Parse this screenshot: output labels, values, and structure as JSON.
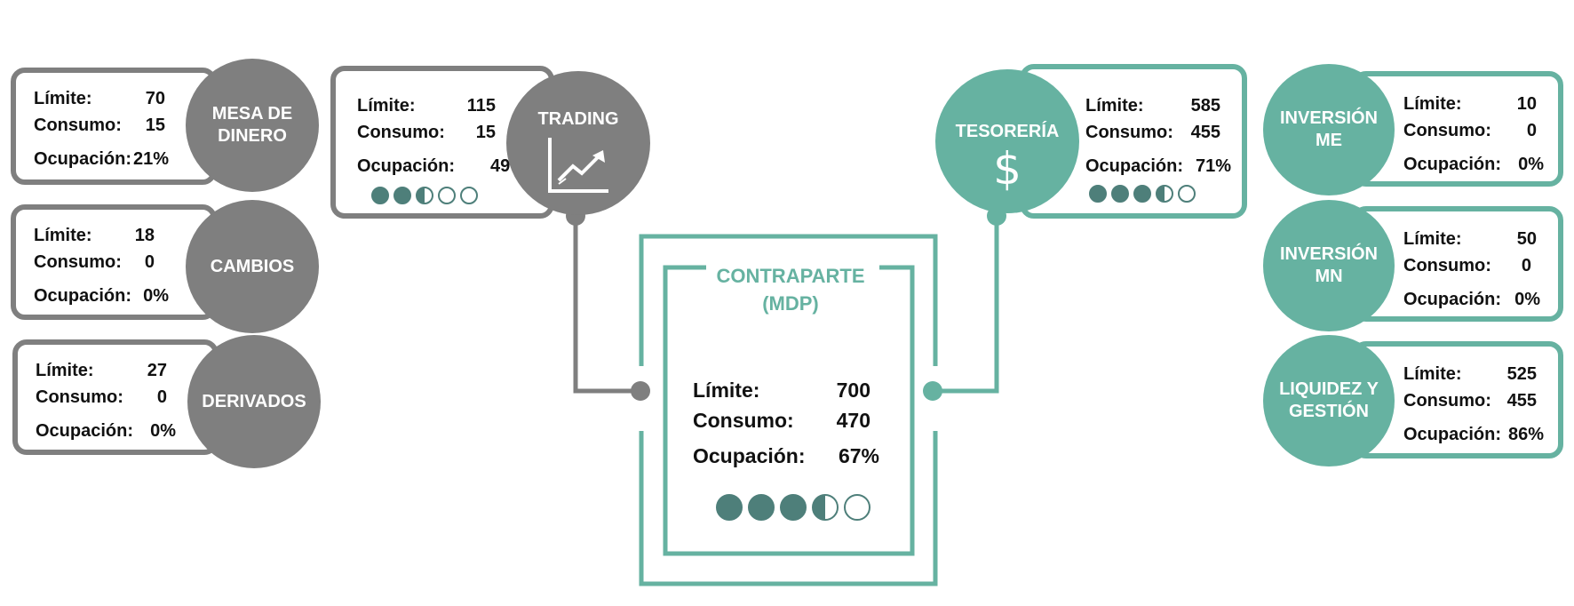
{
  "labels": {
    "limite": "Límite:",
    "consumo": "Consumo:",
    "ocupacion": "Ocupación:"
  },
  "colors": {
    "gray": "#7f7f7f",
    "teal": "#66b2a1",
    "dot": "#4e7f7a"
  },
  "left": [
    {
      "name": "MESA DE DINERO",
      "line1": "MESA DE",
      "line2": "DINERO",
      "limite": "70",
      "consumo": "15",
      "ocupacion": "21%"
    },
    {
      "name": "CAMBIOS",
      "line1": "CAMBIOS",
      "line2": "",
      "limite": "18",
      "consumo": "0",
      "ocupacion": "0%"
    },
    {
      "name": "DERIVADOS",
      "line1": "DERIVADOS",
      "line2": "",
      "limite": "27",
      "consumo": "0",
      "ocupacion": "0%"
    }
  ],
  "trading": {
    "name": "TRADING",
    "icon": "chart-up-icon",
    "limite": "115",
    "consumo": "15",
    "ocupacion": "49%",
    "level": 0.49
  },
  "tesoreria": {
    "name": "TESORERÍA",
    "icon": "dollar-icon",
    "limite": "585",
    "consumo": "455",
    "ocupacion": "71%",
    "level": 0.71
  },
  "contraparte": {
    "title_line1": "CONTRAPARTE",
    "title_line2": "(MDP)",
    "limite": "700",
    "consumo": "470",
    "ocupacion": "67%",
    "level": 0.67
  },
  "right": [
    {
      "name": "INVERSIÓN ME",
      "line1": "INVERSIÓN",
      "line2": "ME",
      "limite": "10",
      "consumo": "0",
      "ocupacion": "0%"
    },
    {
      "name": "INVERSIÓN MN",
      "line1": "INVERSIÓN",
      "line2": "MN",
      "limite": "50",
      "consumo": "0",
      "ocupacion": "0%"
    },
    {
      "name": "LIQUIDEZ Y GESTIÓN",
      "line1": "LIQUIDEZ Y",
      "line2": "GESTIÓN",
      "limite": "525",
      "consumo": "455",
      "ocupacion": "86%"
    }
  ]
}
